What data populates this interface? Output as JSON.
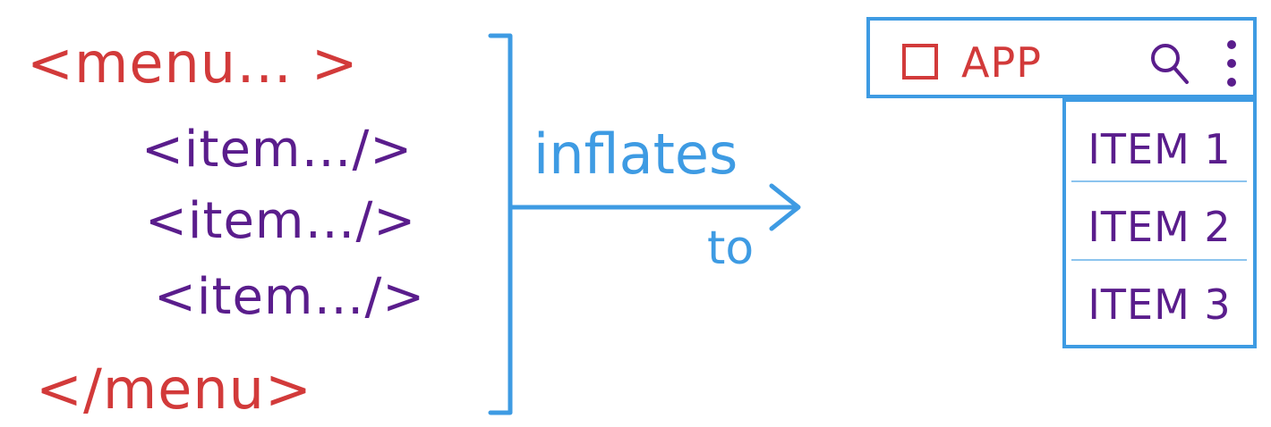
{
  "xml": {
    "menu_open": "<menu… >",
    "items": [
      "<item…/>",
      "<item…/>",
      "<item…/>"
    ],
    "menu_close": "</menu>"
  },
  "arrow": {
    "label_top": "inflates",
    "label_bottom": "to"
  },
  "app_mock": {
    "title": "APP",
    "menu_items": [
      "ITEM 1",
      "ITEM 2",
      "ITEM 3"
    ]
  },
  "colors": {
    "tag_red": "#d23a3a",
    "item_purple": "#5a1d8c",
    "accent_blue": "#3e9be3"
  },
  "icons": {
    "logo": "square-icon",
    "search": "search-icon",
    "overflow": "overflow-menu-icon"
  }
}
